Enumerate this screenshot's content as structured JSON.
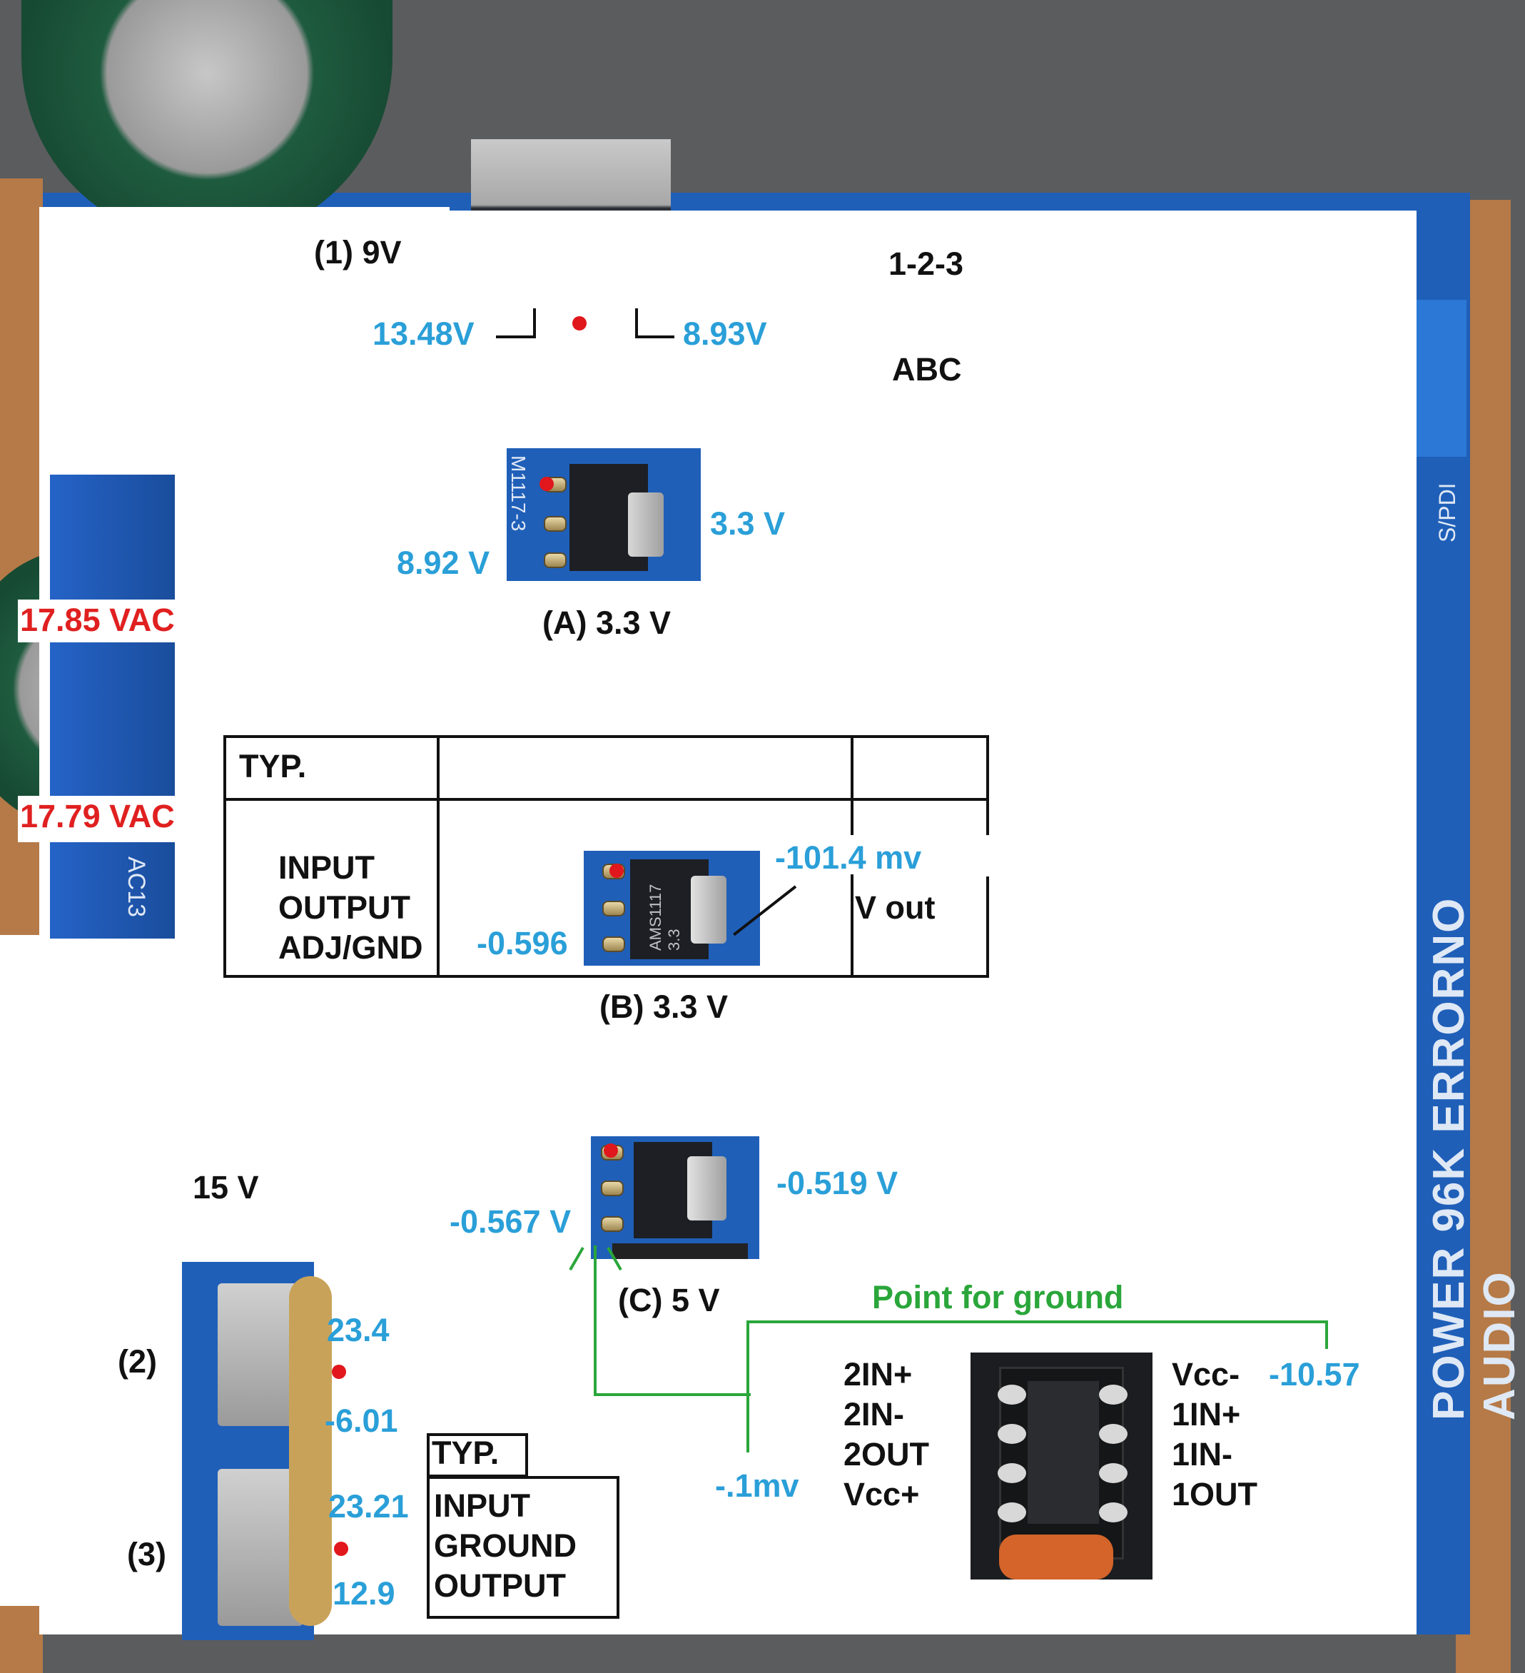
{
  "title_sequence": "1-2-3",
  "title_letters": "ABC",
  "reg1": {
    "label": "(1)  9V",
    "in_v": "13.48V",
    "out_v": "8.93V"
  },
  "regA": {
    "label": "(A)  3.3 V",
    "in_v": "8.92 V",
    "out_v": "3.3 V",
    "chip_text": "M1117-3"
  },
  "vac": {
    "top": "17.85 VAC",
    "bottom": "17.79 VAC",
    "board_text": "AC13"
  },
  "typ_table": {
    "header": "TYP.",
    "pins": [
      "INPUT",
      "OUTPUT",
      "ADJ/GND"
    ],
    "vout_label": "V out",
    "tab_v": "-101.4 mv",
    "pin_v": "-0.596",
    "chip_text": "AMS1117 3.3"
  },
  "regB": {
    "label": "(B)  3.3 V"
  },
  "regC": {
    "label": "(C)  5 V",
    "in_v": "-0.567 V",
    "out_v": "-0.519 V"
  },
  "v15": {
    "label": "15 V"
  },
  "reg2": {
    "label": "(2)",
    "v_top": "23.4",
    "v_bottom": "-6.01"
  },
  "reg3": {
    "label": "(3)",
    "v_top": "23.21",
    "v_bottom": "12.9"
  },
  "typ_table2": {
    "header": "TYP.",
    "pins": [
      "INPUT",
      "GROUND",
      "OUTPUT"
    ]
  },
  "ground_point": "Point for ground",
  "opamp": {
    "left_pins": [
      "2IN+",
      "2IN-",
      "2OUT",
      "Vcc+"
    ],
    "right_pins": [
      "Vcc-",
      "1IN+",
      "1IN-",
      "1OUT"
    ],
    "vcc_minus_v": "-10.57",
    "vcc_plus_v": "-.1mv"
  },
  "board_side_text": "POWER 96K ERRORNO AUDIO",
  "board_spdif": "S/PDI",
  "colors": {
    "label_blue": "#2a9fd8",
    "label_red": "#e02020",
    "ground_green": "#2aa63a",
    "pcb_blue": "#1f5fb8"
  }
}
